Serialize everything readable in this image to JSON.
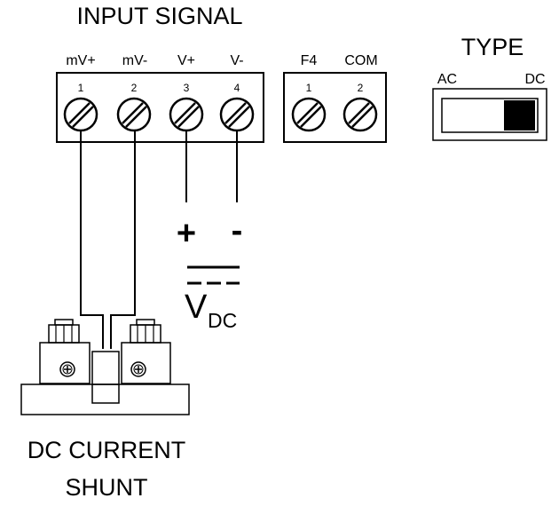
{
  "diagram": {
    "input_signal_title": "INPUT SIGNAL",
    "terminal_block_a": {
      "terminals": [
        {
          "label": "mV+",
          "number": "1"
        },
        {
          "label": "mV-",
          "number": "2"
        },
        {
          "label": "V+",
          "number": "3"
        },
        {
          "label": "V-",
          "number": "4"
        }
      ]
    },
    "terminal_block_b": {
      "terminals": [
        {
          "label": "F4",
          "number": "1"
        },
        {
          "label": "COM",
          "number": "2"
        }
      ]
    },
    "type_switch": {
      "title": "TYPE",
      "left_label": "AC",
      "right_label": "DC",
      "selected": "DC"
    },
    "voltage_source": {
      "plus": "+",
      "minus": "-",
      "symbol": "V",
      "subscript": "DC"
    },
    "shunt": {
      "caption_line1": "DC CURRENT",
      "caption_line2": "SHUNT"
    },
    "colors": {
      "line": "#000000",
      "background": "#ffffff"
    }
  }
}
